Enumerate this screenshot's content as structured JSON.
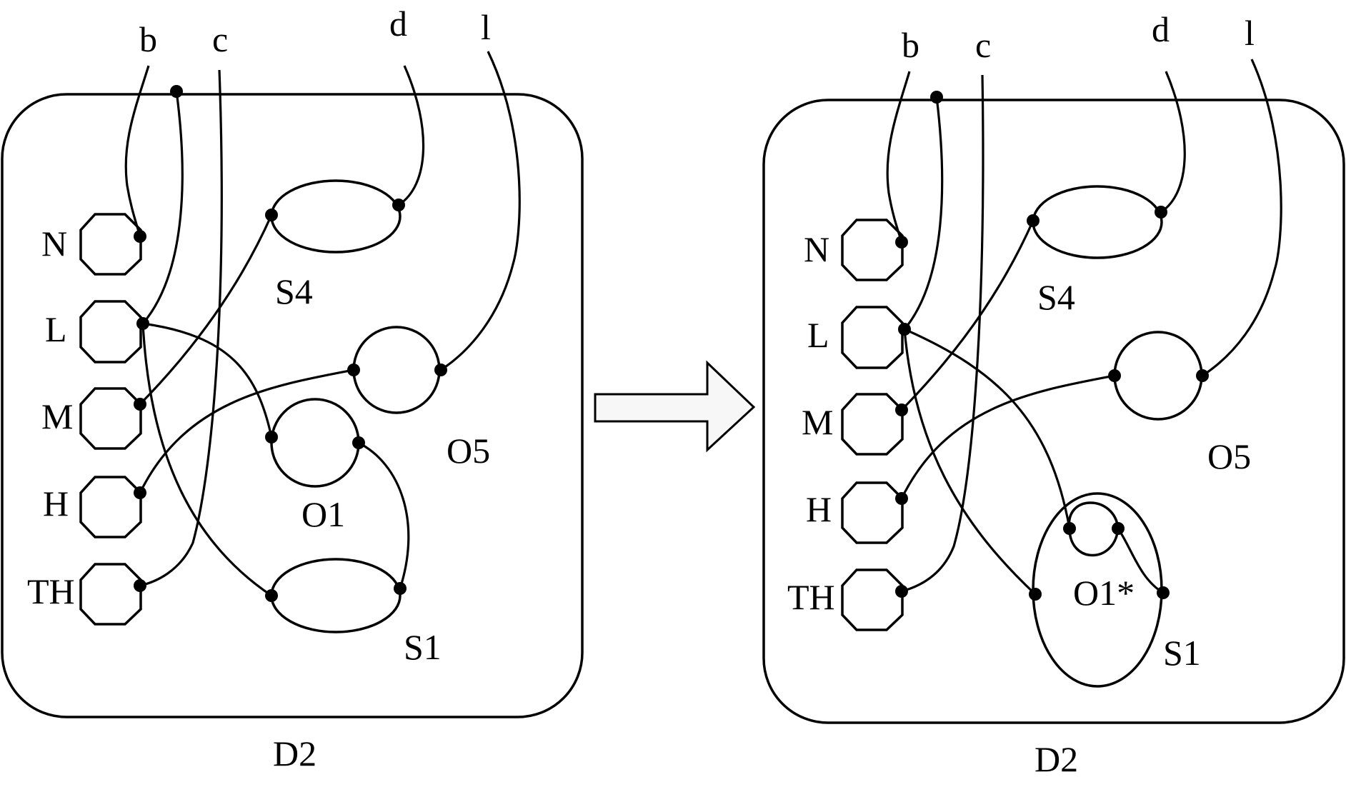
{
  "left": {
    "wires": {
      "b": "b",
      "c": "c",
      "d": "d",
      "l": "l"
    },
    "ports": {
      "N": "N",
      "L": "L",
      "M": "M",
      "H": "H",
      "TH": "TH"
    },
    "nodes": {
      "S4": "S4",
      "O5": "O5",
      "O1": "O1",
      "S1": "S1"
    },
    "caption": "D2"
  },
  "right": {
    "wires": {
      "b": "b",
      "c": "c",
      "d": "d",
      "l": "l"
    },
    "ports": {
      "N": "N",
      "L": "L",
      "M": "M",
      "H": "H",
      "TH": "TH"
    },
    "nodes": {
      "S4": "S4",
      "O5": "O5",
      "O1": "O1*",
      "S1": "S1"
    },
    "caption": "D2"
  },
  "arrow_icon": "block-right-arrow",
  "colors": {
    "stroke": "#000000",
    "arrow_fill": "#f7f7f7"
  }
}
